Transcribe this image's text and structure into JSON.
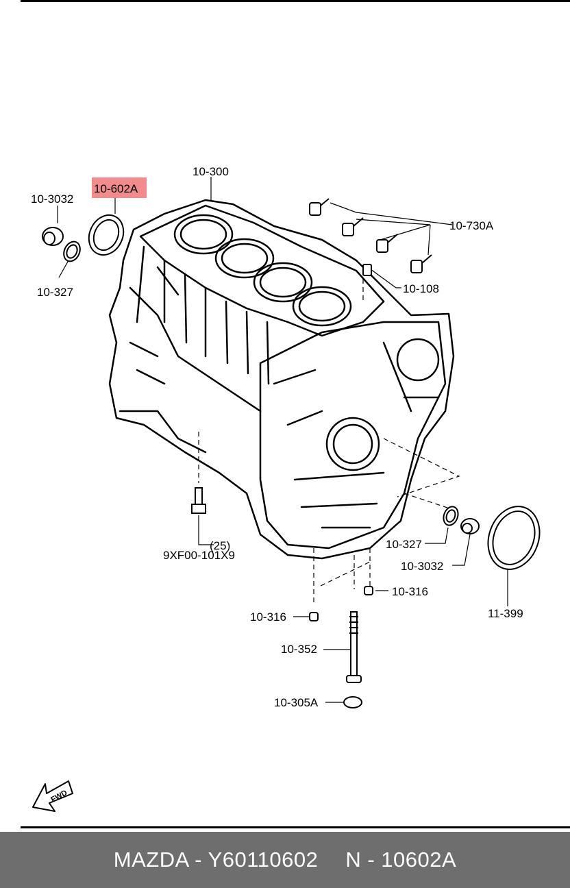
{
  "callouts": {
    "block": "10-300",
    "highlighted": "10-602A",
    "plug_left": "10-3032",
    "washer_left": "10-327",
    "dowels": "10-730A",
    "cap_bolt": "10-108",
    "bolt_qty": "(25)",
    "bolt_part": "9XF00-101X9",
    "washer_right": "10-327",
    "plug_right": "10-3032",
    "plug_316_right": "10-316",
    "plug_316_left": "10-316",
    "oil_seal": "11-399",
    "stud": "10-352",
    "cap_bottom": "10-305A"
  },
  "fwd_label": "FWD",
  "footer": {
    "brand_part": "MAZDA - Y60110602",
    "ref": "N - 10602A"
  },
  "colors": {
    "highlight": "#f28b8b",
    "footer_bg": "#6e6e6e",
    "footer_text": "#ffffff"
  }
}
